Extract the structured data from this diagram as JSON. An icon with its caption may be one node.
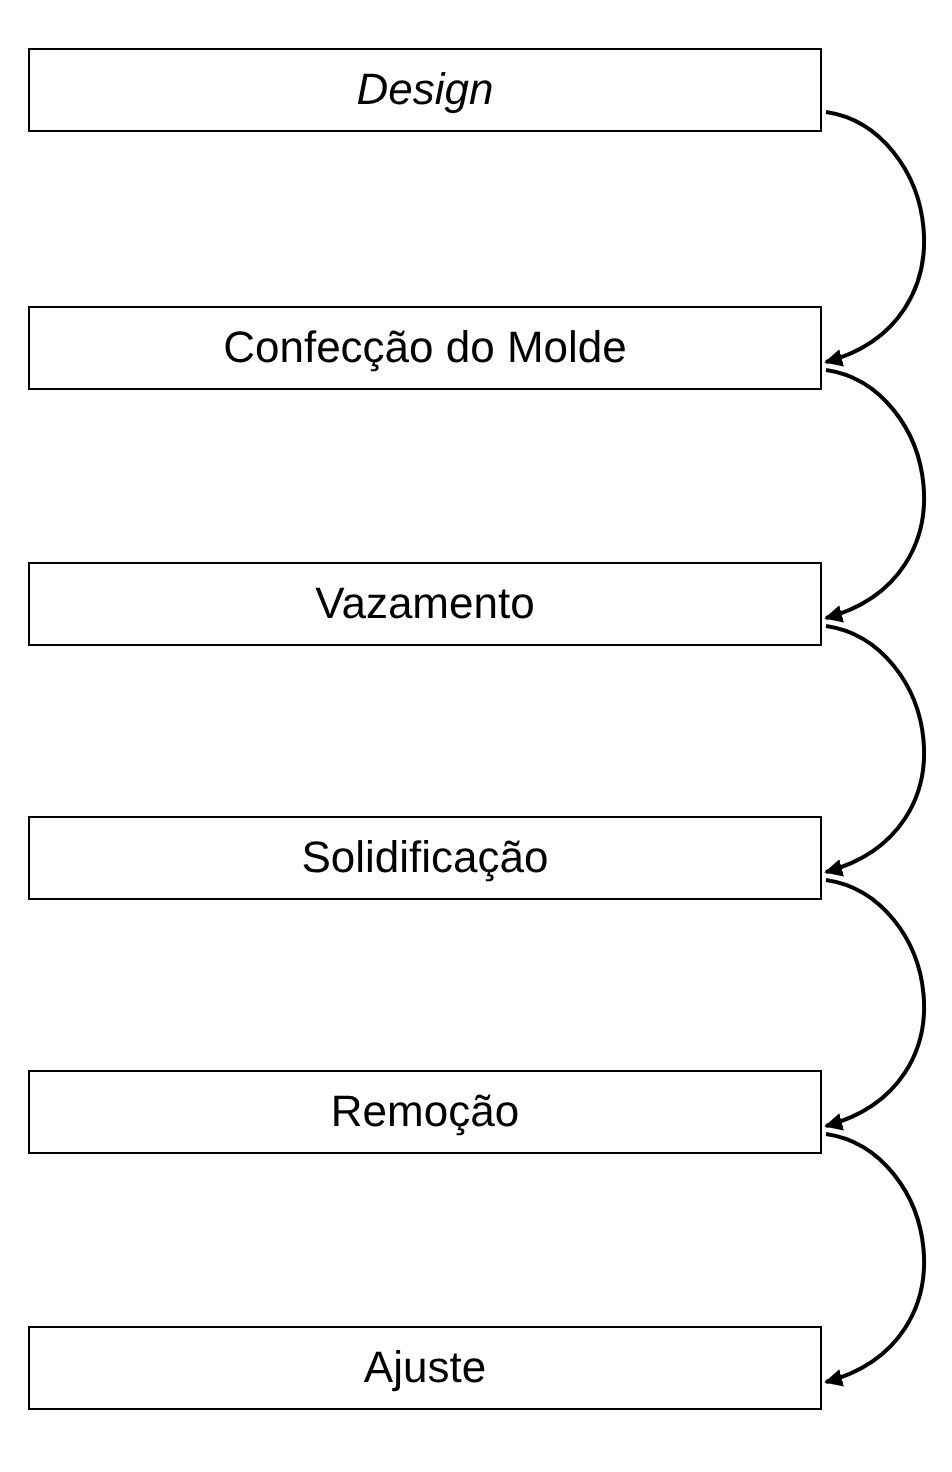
{
  "diagram": {
    "nodes": [
      {
        "text": [
          "Design"
        ]
      },
      {
        "text": [
          "Confecção do Molde"
        ]
      },
      {
        "text": [
          "Vazamento"
        ]
      },
      {
        "text": [
          "Solidificação"
        ]
      },
      {
        "text": [
          "Remoção"
        ]
      },
      {
        "text": [
          "Ajuste"
        ]
      }
    ],
    "edges": [
      {
        "from": 0,
        "to": 1,
        "arrow": "to"
      },
      {
        "from": 1,
        "to": 2,
        "arrow": "to"
      },
      {
        "from": 2,
        "to": 3,
        "arrow": "to"
      },
      {
        "from": 3,
        "to": 4,
        "arrow": "to"
      },
      {
        "from": 4,
        "to": 5,
        "arrow": "to"
      }
    ]
  }
}
